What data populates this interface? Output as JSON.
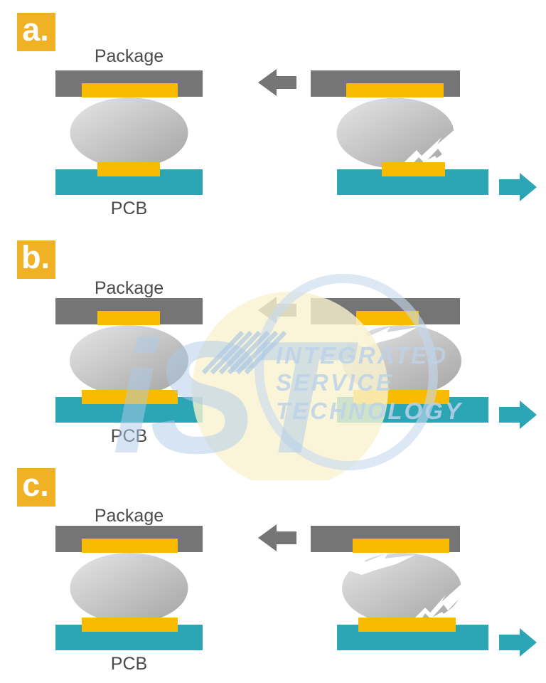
{
  "rows": [
    {
      "label": "a.",
      "package_label": "Package",
      "pcb_label": "PCB"
    },
    {
      "label": "b.",
      "package_label": "Package",
      "pcb_label": "PCB"
    },
    {
      "label": "c.",
      "package_label": "Package",
      "pcb_label": "PCB"
    }
  ],
  "watermark": {
    "logo_text": "iST",
    "line1": "INTEGRATED",
    "line2": "SERVICE",
    "line3": "TECHNOLOGY"
  },
  "colors": {
    "badge_yellow": "#F0B125",
    "pad_yellow": "#F8BB00",
    "package_gray": "#757575",
    "arrow_gray": "#757575",
    "pcb_teal": "#2CA5B4",
    "arrow_teal": "#2CA5B4",
    "label_text": "#4B4B4B",
    "ball_light": "#E6E6E6",
    "ball_dark": "#A4A4A4",
    "crack_white": "#FFFFFF",
    "watermark_blue": "#BCD2E8"
  }
}
